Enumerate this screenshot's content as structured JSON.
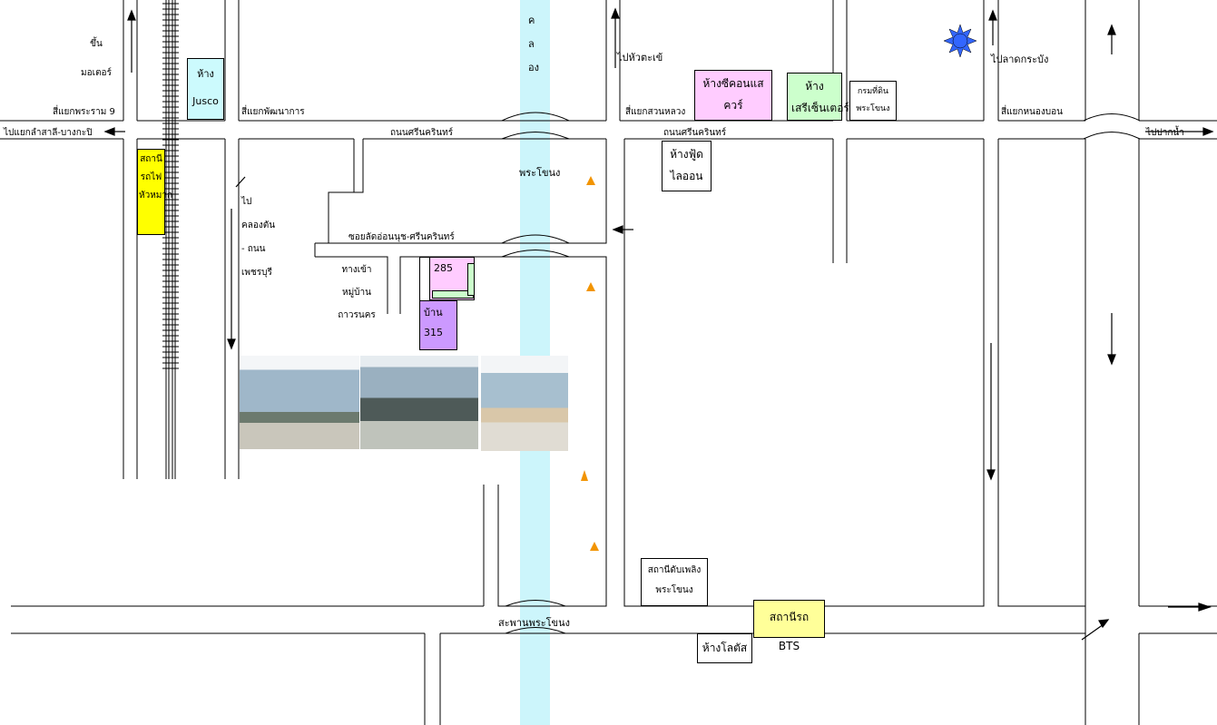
{
  "labels": {
    "motorway": "ขึ้นมอเตอร์",
    "rama9": "สี่แยกพระราม 9",
    "lamsali": "ไปแยกลำสาลี-บางกะปิ",
    "jusco": "ห้าง Jusco",
    "train_station": "สถานีรถไฟหัวหมาก",
    "pattanakarn": "สี่แยกพัฒนาการ",
    "to_klongton": "ไปคลองตัน - ถนนเพชรบุรี",
    "srinakarin_1": "ถนนศรีนครินทร์",
    "srinakarin_2": "ถนนศรีนครินทร์",
    "canal": "คลอง",
    "canal2": "พระโขนง",
    "soi": "ซอยลัดอ่อนนุช-ศรีนครินทร์",
    "village": "ทางเข้าหมู่บ้านถาวรนคร",
    "house285": "285",
    "house315": "บ้าน 315",
    "to_huatakhe": "ไปหัวตะเข้",
    "suanluang": "สี่แยกสวนหลวง",
    "seacon": "ห้างซีคอนแสควร์",
    "serie": "ห้างเสรีเซ็นเตอร์",
    "land_dept": "กรมที่ดินพระโขนง",
    "foodlion": "ห้างฟู้ดไลออน",
    "to_latkrabang": "ไปลาดกระบัง",
    "nongbon": "สี่แยกหนองบอน",
    "to_paknam": "ไปปากน้ำ",
    "fire_station": "สถานีดับเพลิงพระโขนง",
    "bridge": "สะพานพระโขนง",
    "bts": "สถานีรถ BTS",
    "lotus": "ห้างโลตัส"
  },
  "colors": {
    "canal": "#ccf5fb",
    "jusco": "#ccfafd",
    "train_station": "#ffff00",
    "house285": "#ffccff",
    "house315": "#cc99ff",
    "seacon": "#ffccff",
    "serie": "#ccffcc",
    "bts": "#ffff99",
    "cone": "#f29400",
    "sun": "#3366ff"
  }
}
